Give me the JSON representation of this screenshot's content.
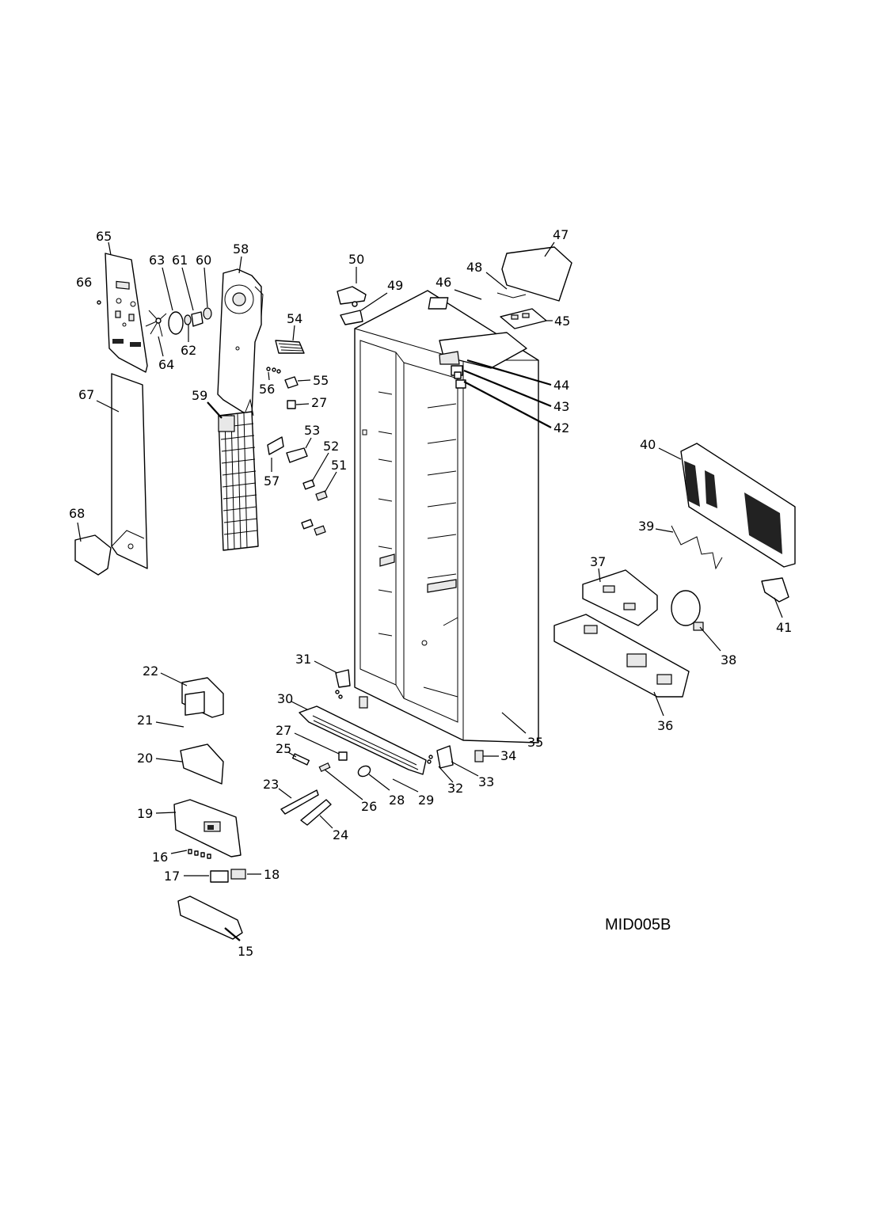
{
  "diagram": {
    "code": "MID005B",
    "callouts": [
      {
        "id": "c65",
        "label": "65"
      },
      {
        "id": "c66",
        "label": "66"
      },
      {
        "id": "c63",
        "label": "63"
      },
      {
        "id": "c61",
        "label": "61"
      },
      {
        "id": "c60",
        "label": "60"
      },
      {
        "id": "c58",
        "label": "58"
      },
      {
        "id": "c62",
        "label": "62"
      },
      {
        "id": "c64",
        "label": "64"
      },
      {
        "id": "c54",
        "label": "54"
      },
      {
        "id": "c56",
        "label": "56"
      },
      {
        "id": "c55",
        "label": "55"
      },
      {
        "id": "c27a",
        "label": "27"
      },
      {
        "id": "c67",
        "label": "67"
      },
      {
        "id": "c59",
        "label": "59"
      },
      {
        "id": "c53",
        "label": "53"
      },
      {
        "id": "c52",
        "label": "52"
      },
      {
        "id": "c51",
        "label": "51"
      },
      {
        "id": "c57",
        "label": "57"
      },
      {
        "id": "c68",
        "label": "68"
      },
      {
        "id": "c50",
        "label": "50"
      },
      {
        "id": "c49",
        "label": "49"
      },
      {
        "id": "c48",
        "label": "48"
      },
      {
        "id": "c47",
        "label": "47"
      },
      {
        "id": "c46",
        "label": "46"
      },
      {
        "id": "c45",
        "label": "45"
      },
      {
        "id": "c44",
        "label": "44"
      },
      {
        "id": "c43",
        "label": "43"
      },
      {
        "id": "c42",
        "label": "42"
      },
      {
        "id": "c40",
        "label": "40"
      },
      {
        "id": "c39",
        "label": "39"
      },
      {
        "id": "c37",
        "label": "37"
      },
      {
        "id": "c41",
        "label": "41"
      },
      {
        "id": "c38",
        "label": "38"
      },
      {
        "id": "c36",
        "label": "36"
      },
      {
        "id": "c35",
        "label": "35"
      },
      {
        "id": "c34",
        "label": "34"
      },
      {
        "id": "c33",
        "label": "33"
      },
      {
        "id": "c32",
        "label": "32"
      },
      {
        "id": "c31",
        "label": "31"
      },
      {
        "id": "c30",
        "label": "30"
      },
      {
        "id": "c29",
        "label": "29"
      },
      {
        "id": "c28",
        "label": "28"
      },
      {
        "id": "c27b",
        "label": "27"
      },
      {
        "id": "c26",
        "label": "26"
      },
      {
        "id": "c25",
        "label": "25"
      },
      {
        "id": "c24",
        "label": "24"
      },
      {
        "id": "c23",
        "label": "23"
      },
      {
        "id": "c22",
        "label": "22"
      },
      {
        "id": "c21",
        "label": "21"
      },
      {
        "id": "c20",
        "label": "20"
      },
      {
        "id": "c19",
        "label": "19"
      },
      {
        "id": "c16",
        "label": "16"
      },
      {
        "id": "c17",
        "label": "17"
      },
      {
        "id": "c18",
        "label": "18"
      },
      {
        "id": "c15",
        "label": "15"
      }
    ]
  }
}
